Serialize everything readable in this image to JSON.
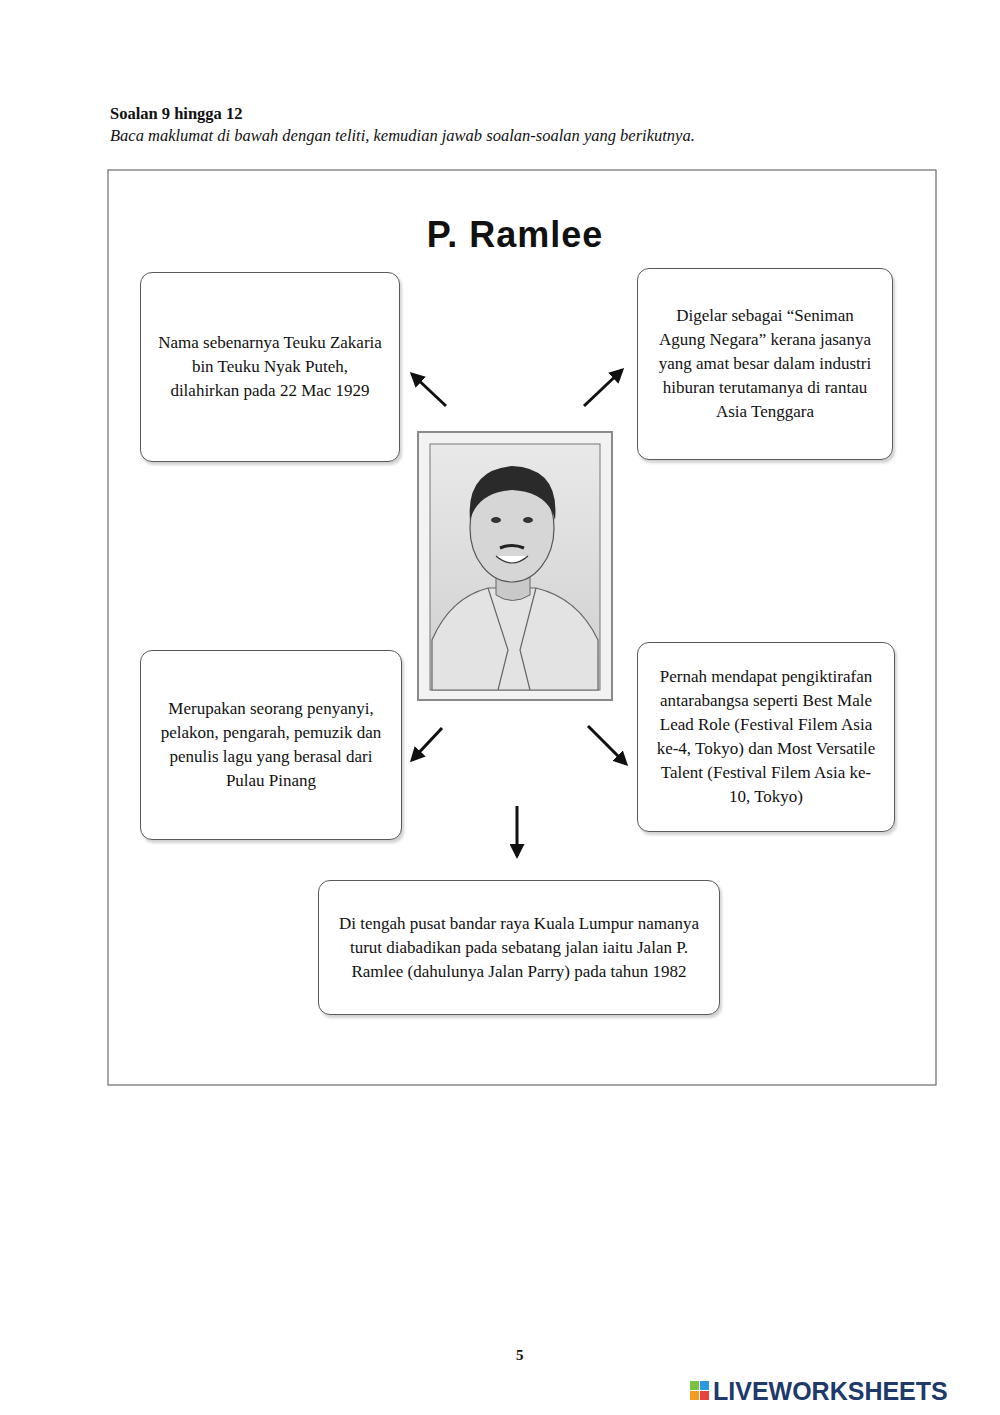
{
  "diagram": {
    "title": "P. Ramlee",
    "nodes": [
      {
        "text": [
          "Nama sebenarnya Teuku Zakaria bin Teuku Nyak Puteh, dilahirkan pada 22 Mac 1929"
        ]
      },
      {
        "text": [
          "Digelar sebagai “Seniman Agung Negara” kerana jasanya yang amat besar dalam industri hiburan terutamanya di rantau Asia Tenggara"
        ]
      },
      {
        "text": [
          "Merupakan seorang penyanyi, pelakon, pengarah, pemuzik dan penulis lagu yang berasal dari Pulau Pinang"
        ]
      },
      {
        "text": [
          "Pernah mendapat pengiktirafan antarabangsa seperti Best Male Lead Role (Festival Filem Asia ke-4, Tokyo) dan Most Versatile Talent (Festival Filem Asia ke-10, Tokyo)"
        ]
      },
      {
        "text": [
          "Di tengah pusat bandar raya Kuala Lumpur namanya turut diabadikan pada sebatang jalan iaitu Jalan P. Ramlee (dahulunya Jalan Parry) pada tahun 1982"
        ]
      }
    ],
    "labels": [
      "Soalan 9 hingga 12",
      "Baca maklumat di bawah dengan teliti, kemudian jawab soalan-soalan yang berikutnya.",
      "5",
      "LIVEWORKSHEETS"
    ]
  }
}
